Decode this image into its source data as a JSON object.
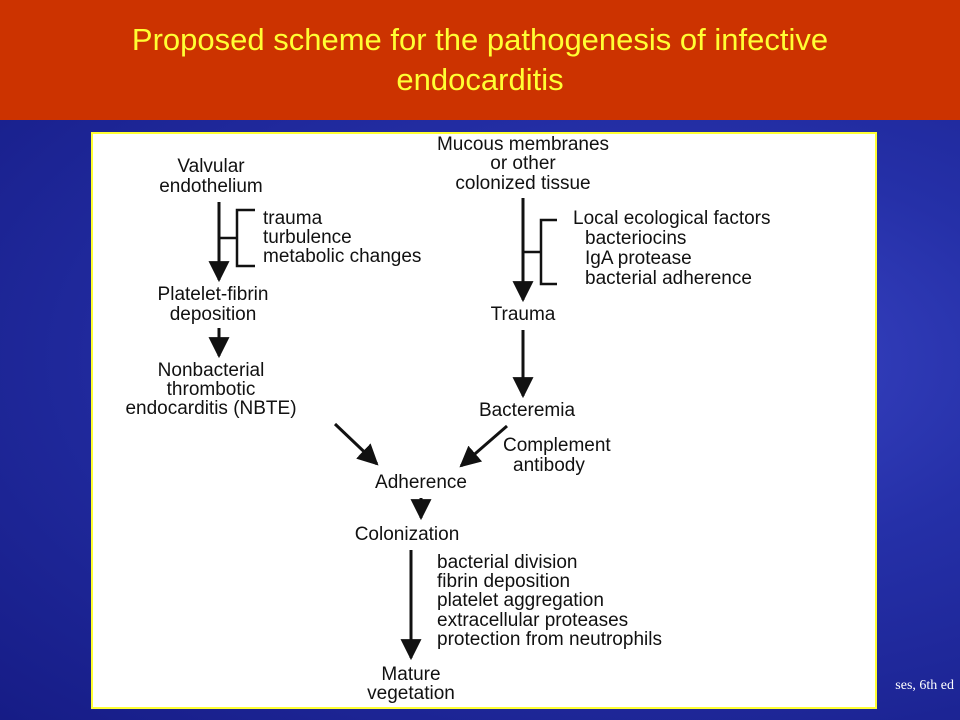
{
  "slide": {
    "title_lines": [
      "Proposed scheme for the pathogenesis of infective",
      "endocarditis"
    ],
    "citation": "ses, 6th ed"
  },
  "diagram": {
    "valvular_endothelium": [
      "Valvular",
      "endothelium"
    ],
    "left_factors": [
      "trauma",
      "turbulence",
      "metabolic changes"
    ],
    "platelet_fibrin": [
      "Platelet-fibrin",
      "deposition"
    ],
    "nbte": [
      "Nonbacterial",
      "thrombotic",
      "endocarditis (NBTE)"
    ],
    "mucous_membranes": [
      "Mucous membranes",
      "or other",
      "colonized tissue"
    ],
    "right_factors_heading": "Local ecological factors",
    "right_factors": [
      "bacteriocins",
      "IgA protease",
      "bacterial adherence"
    ],
    "trauma": "Trauma",
    "bacteremia": "Bacteremia",
    "complement": [
      "Complement",
      "antibody"
    ],
    "adherence": "Adherence",
    "colonization": "Colonization",
    "colonization_factors": [
      "bacterial division",
      "fibrin deposition",
      "platelet aggregation",
      "extracellular proteases",
      "protection from neutrophils"
    ],
    "mature_vegetation": [
      "Mature",
      "vegetation"
    ]
  }
}
